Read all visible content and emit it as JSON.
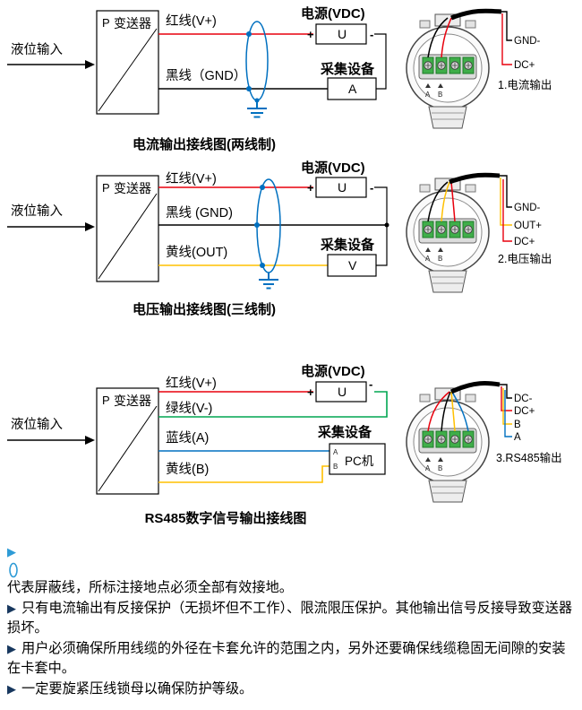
{
  "connector": {
    "label_a": "A",
    "label_b": "B"
  },
  "diagrams": {
    "d1": {
      "input": "液位输入",
      "t_p": "P",
      "t_name": "变送器",
      "wire_red": "红线(V+)",
      "wire_black": "黑线（GND）",
      "power_title": "电源(VDC)",
      "power_u": "U",
      "plus": "+",
      "minus": "-",
      "collector": "采集设备",
      "meter": "A",
      "term1": "GND-",
      "term2": "DC+",
      "out_label": "1.电流输出",
      "caption": "电流输出接线图(两线制)"
    },
    "d2": {
      "input": "液位输入",
      "t_p": "P",
      "t_name": "变送器",
      "wire_red": "红线(V+)",
      "wire_black": "黑线 (GND)",
      "wire_yellow": "黄线(OUT)",
      "power_title": "电源(VDC)",
      "power_u": "U",
      "plus": "+",
      "minus": "-",
      "collector": "采集设备",
      "meter": "V",
      "term1": "GND-",
      "term2": "OUT+",
      "term3": "DC+",
      "out_label": "2.电压输出",
      "caption": "电压输出接线图(三线制)"
    },
    "d3": {
      "input": "液位输入",
      "t_p": "P",
      "t_name": "变送器",
      "wire_red": "红线(V+)",
      "wire_green": "绿线(V-)",
      "wire_blue": "蓝线(A)",
      "wire_yellow": "黄线(B)",
      "power_title": "电源(VDC)",
      "power_u": "U",
      "plus": "+",
      "minus": "-",
      "collector": "采集设备",
      "pc": "PC机",
      "pc_a": "A",
      "pc_b": "B",
      "term1": "DC-",
      "term2": "DC+",
      "term3": "B",
      "term4": "A",
      "out_label": "3.RS485输出",
      "caption": "RS485数字信号输出接线图"
    }
  },
  "notes": {
    "n1": "代表屏蔽线，所标注接地点必须全部有效接地。",
    "n2": "只有电流输出有反接保护（无损坏但不工作）、限流限压保护。其他输出信号反接导致变送器损坏。",
    "n3": "用户必须确保所用线缆的外径在卡套允许的范围之内，另外还要确保线缆稳固无间隙的安装在卡套中。",
    "n4": "一定要旋紧压线锁母以确保防护等级。"
  },
  "colors": {
    "red": "#e8000d",
    "black": "#000000",
    "yellow": "#ffc000",
    "green": "#00a651",
    "blue": "#0070c0",
    "shield": "#0070c0"
  }
}
